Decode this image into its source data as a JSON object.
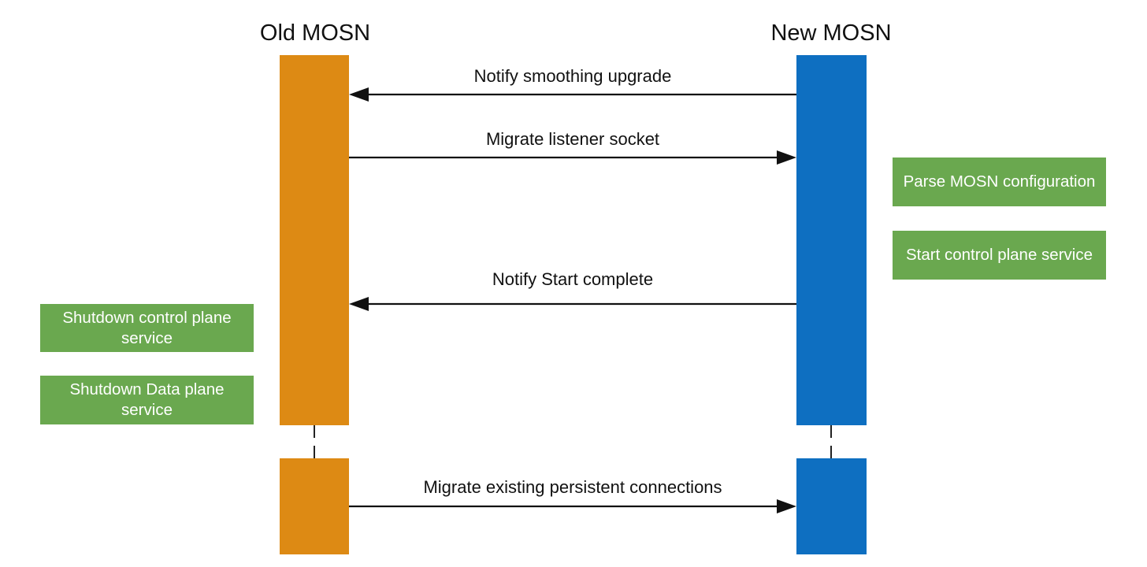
{
  "lanes": {
    "old": {
      "title": "Old MOSN",
      "color": "#dd8a14"
    },
    "new": {
      "title": "New MOSN",
      "color": "#0e6fc1"
    }
  },
  "messages": [
    {
      "label": "Notify smoothing upgrade",
      "direction": "new-to-old"
    },
    {
      "label": "Migrate listener socket",
      "direction": "old-to-new"
    },
    {
      "label": "Notify Start complete",
      "direction": "new-to-old"
    },
    {
      "label": "Migrate existing persistent connections",
      "direction": "old-to-new"
    }
  ],
  "notes": {
    "old_side": [
      "Shutdown control plane service",
      "Shutdown Data plane service"
    ],
    "new_side": [
      "Parse MOSN configuration",
      "Start control plane service"
    ]
  },
  "colors": {
    "note_background": "#6aa84f",
    "note_text": "#ffffff",
    "arrow": "#111111"
  }
}
